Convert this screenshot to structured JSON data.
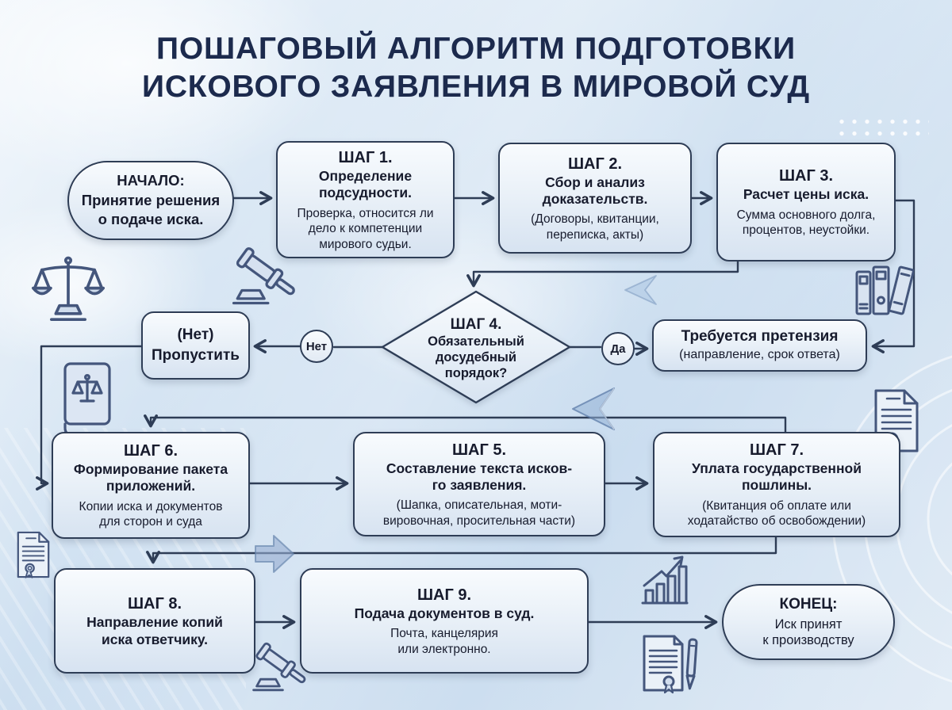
{
  "title": {
    "line1": "ПОШАГОВЫЙ АЛГОРИТМ ПОДГОТОВКИ",
    "line2": "ИСКОВОГО ЗАЯВЛЕНИЯ В МИРОВОЙ СУД"
  },
  "nodes": {
    "start": {
      "text": "НАЧАЛО:\nПринятие решения\nо подаче иска."
    },
    "step1": {
      "title": "ШАГ 1.",
      "subtitle": "Определение\nподсудности.",
      "desc": "Проверка, относится ли\nдело к компетенции\nмирового судьи."
    },
    "step2": {
      "title": "ШАГ 2.",
      "subtitle": "Сбор и анализ\nдоказательств.",
      "desc": "(Договоры, квитанции,\nпереписка, акты)"
    },
    "step3": {
      "title": "ШАГ 3.",
      "subtitle": "Расчет цены иска.",
      "desc": "Сумма основного долга,\nпроцентов, неустойки."
    },
    "step4": {
      "title": "ШАГ 4.",
      "subtitle": "Обязательный\nдосудебный\nпорядок?"
    },
    "skip": {
      "text": "(Нет)\nПропустить"
    },
    "claim": {
      "title": "Требуется претензия",
      "desc": "(направление, срок ответа)"
    },
    "step6": {
      "title": "ШАГ 6.",
      "subtitle": "Формирование пакета\nприложений.",
      "desc": "Копии иска и документов\nдля сторон и суда"
    },
    "step5": {
      "title": "ШАГ 5.",
      "subtitle": "Составление текста исков-\nго заявления.",
      "desc": "(Шапка, описательная, моти-\nвировочная, просительная части)"
    },
    "step7": {
      "title": "ШАГ 7.",
      "subtitle": "Уплата государственной\nпошлины.",
      "desc": "(Квитанция об оплате или\nходатайство об освобождении)"
    },
    "step8": {
      "title": "ШАГ 8.",
      "subtitle": "Направление копий\nиска ответчику."
    },
    "step9": {
      "title": "ШАГ 9.",
      "subtitle": "Подача документов в суд.",
      "desc": "Почта, канцелярия\nили электронно."
    },
    "end": {
      "title": "КОНЕЦ:",
      "desc": "Иск принят\nк производству"
    }
  },
  "branch_labels": {
    "no": "Нет",
    "yes": "Да"
  },
  "edges": [
    "НАЧАЛО → ШАГ 1",
    "ШАГ 1 → ШАГ 2",
    "ШАГ 2 → ШАГ 3",
    "ШАГ 3 → ШАГ 4",
    "ШАГ 4 —Нет→ (Нет) Пропустить",
    "ШАГ 4 —Да→ Требуется претензия",
    "ШАГ 3 → Требуется претензия",
    "Пропустить → ШАГ 6",
    "линия → ШАГ 6 и ШАГ 7",
    "ШАГ 6 → ШАГ 5",
    "ШАГ 5 → ШАГ 7",
    "ШАГ 7 → ШАГ 8",
    "ШАГ 8 → ШАГ 9",
    "ШАГ 9 → КОНЕЦ"
  ],
  "colors": {
    "background": "#d5e3f2",
    "node_border": "#2e3d56",
    "node_fill_top": "#f8fbfe",
    "node_fill_bottom": "#d7e3f1",
    "title_text": "#1c2a4d",
    "body_text": "#171b2d",
    "icon_stroke": "#44567c",
    "decor_arrow_fill": "#a9c1df"
  },
  "decorative_icons": [
    "scales-of-justice-icon",
    "gavel-icon",
    "law-book-icon",
    "books-icon",
    "certificate-icon",
    "document-seal-icon",
    "growth-chart-icon",
    "contract-pen-icon",
    "decor-arrow-left-icon",
    "decor-arrow-right-icon",
    "dots-pattern",
    "concentric-arcs"
  ]
}
